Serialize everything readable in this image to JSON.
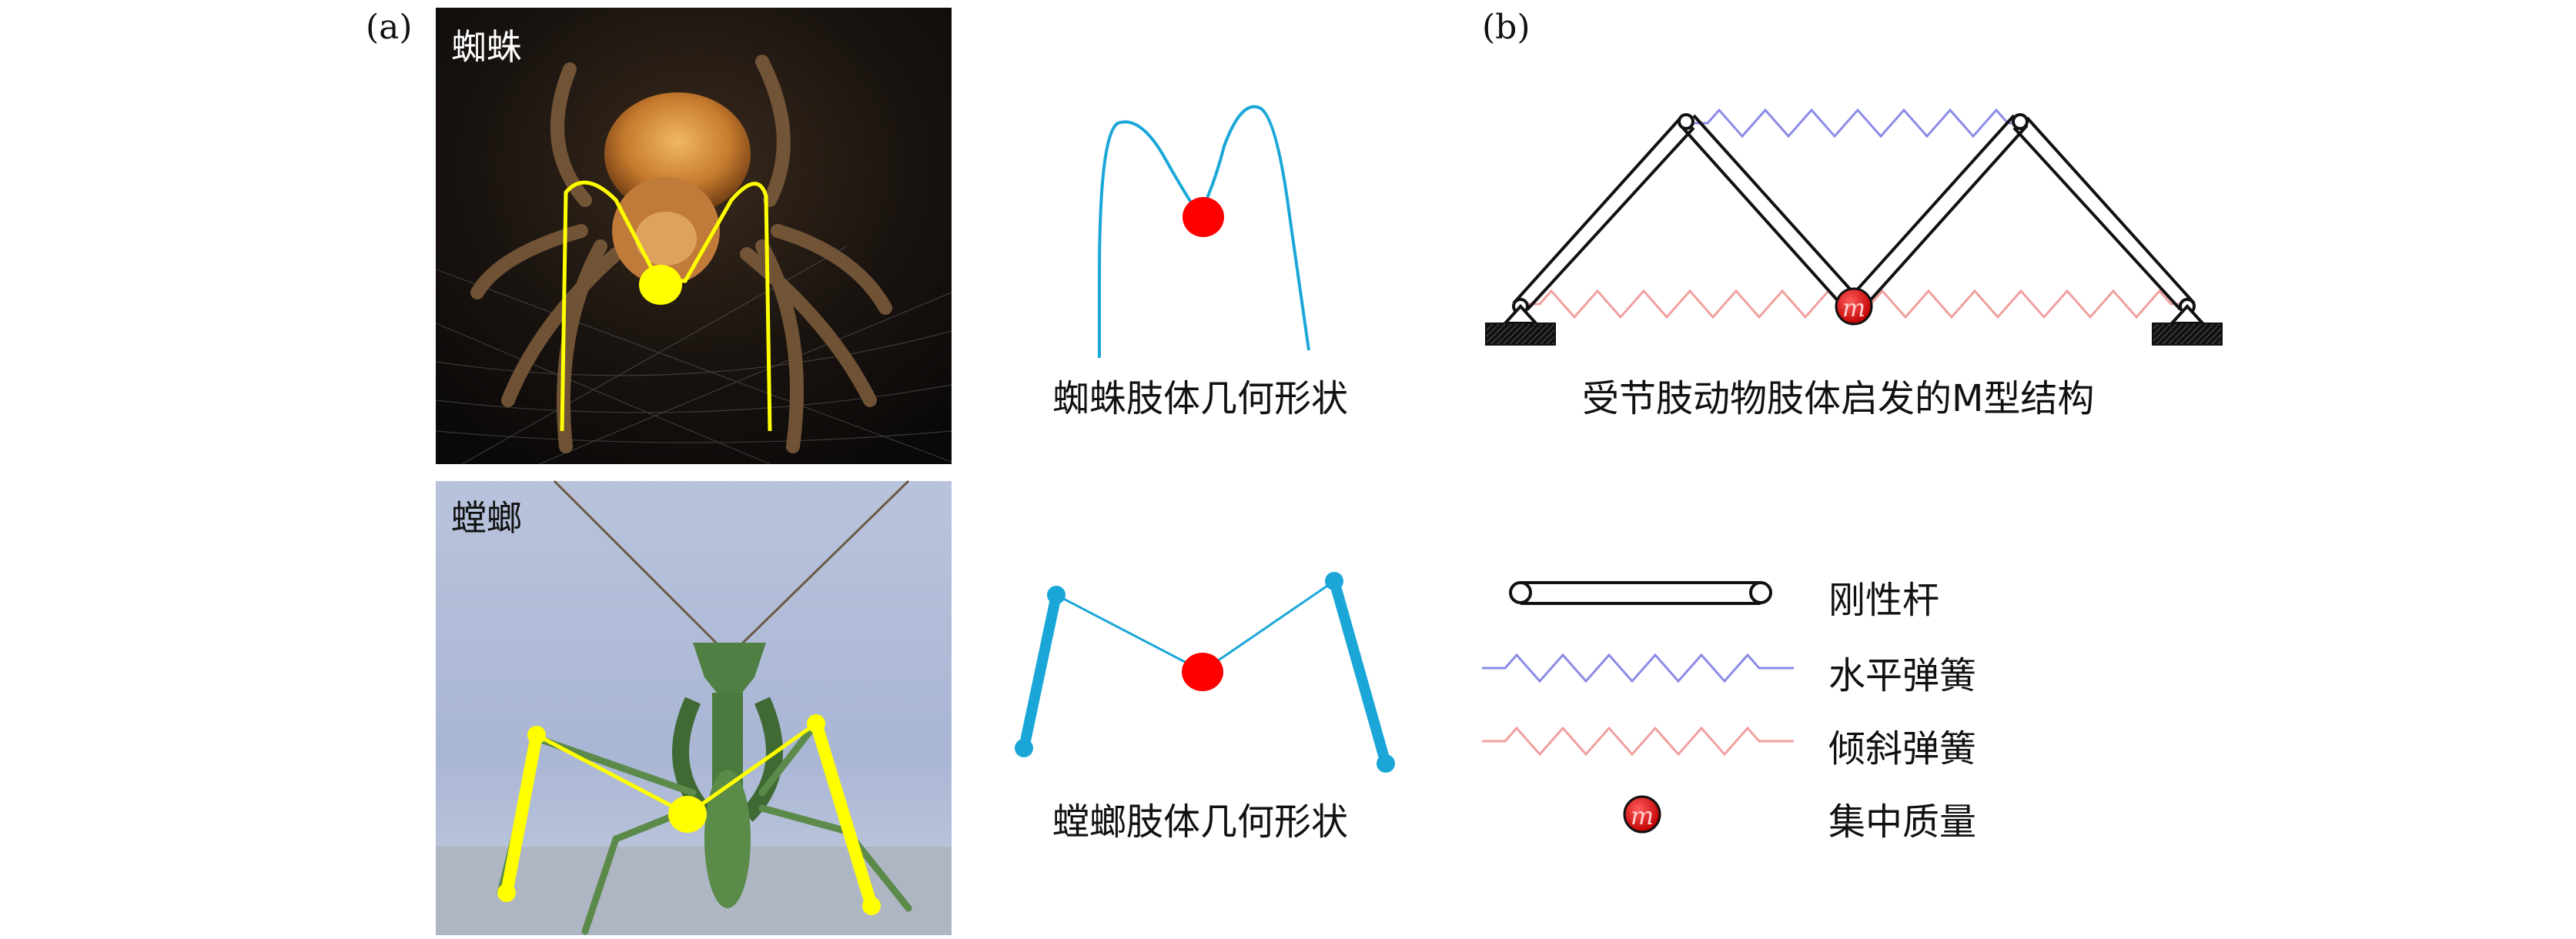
{
  "panel_a": {
    "label": "(a)",
    "spider": {
      "photo_label": "蜘蛛",
      "caption": "蜘蛛肢体几何形状"
    },
    "mantis": {
      "photo_label": "螳螂",
      "caption": "螳螂肢体几何形状"
    }
  },
  "panel_b": {
    "label": "(b)",
    "caption": "受节肢动物肢体启发的M型结构",
    "mass_symbol": "m"
  },
  "legend": {
    "items": [
      {
        "key": "rigid_rod",
        "label": "刚性杆"
      },
      {
        "key": "horizontal_spring",
        "label": "水平弹簧",
        "color": "#8b8be8"
      },
      {
        "key": "inclined_spring",
        "label": "倾斜弹簧",
        "color": "#f0a0a0"
      },
      {
        "key": "lumped_mass",
        "label": "集中质量",
        "symbol": "m",
        "color": "#e01010"
      }
    ]
  },
  "colors": {
    "limb_overlay": "#ffff00",
    "limb_geometry": "#1aa7d8",
    "mass": "#ff0000"
  }
}
